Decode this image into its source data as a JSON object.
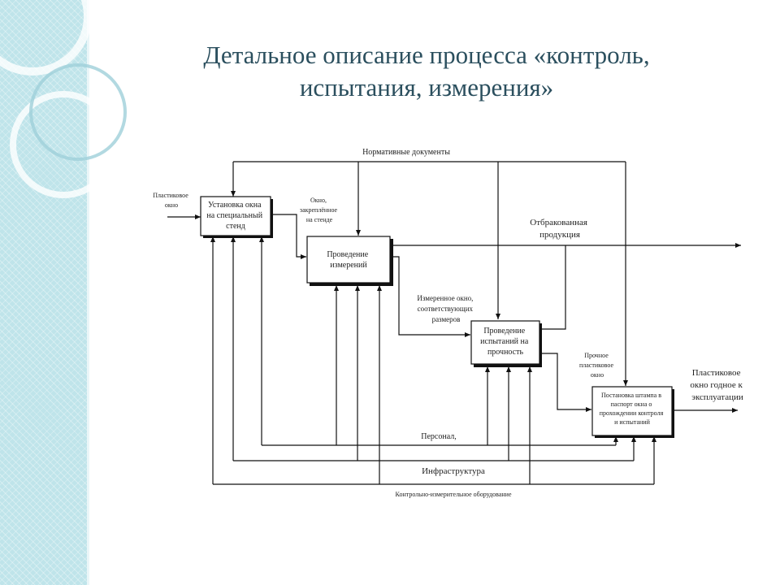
{
  "slide": {
    "title_line1": "Детальное описание процесса «контроль,",
    "title_line2": "испытания, измерения»"
  },
  "diagram": {
    "boxes": {
      "box1": [
        "Установка окна",
        "на специальный",
        "стенд"
      ],
      "box2": [
        "Проведение",
        "измерений"
      ],
      "box3": [
        "Проведение",
        "испытаний на",
        "прочность"
      ],
      "box4": [
        "Постановка штампа в",
        "паспорт окна о",
        "прохождении контроля",
        "и испытаний"
      ]
    },
    "labels": {
      "normative_docs": "Нормативные документы",
      "input_window": [
        "Пластиковое",
        "окно"
      ],
      "fixed_window": [
        "Окно,",
        "закреплённое",
        "на стенде"
      ],
      "rejected": [
        "Отбракованная",
        "продукция"
      ],
      "measured_window": [
        "Измеренное окно,",
        "соответствующих",
        "размеров"
      ],
      "strong_window": [
        "Прочное",
        "пластиковое",
        "окно"
      ],
      "output_window": [
        "Пластиковое",
        "окно годное к",
        "эксплуатации"
      ],
      "personnel": "Персонал,",
      "infrastructure": "Инфраструктура",
      "equipment": "Контрольно-измерительное оборудование"
    },
    "colors": {
      "line": "#111111",
      "box_fill": "#ffffff",
      "title": "#2b4f5e",
      "sidebar": "#bfe4ea"
    }
  }
}
